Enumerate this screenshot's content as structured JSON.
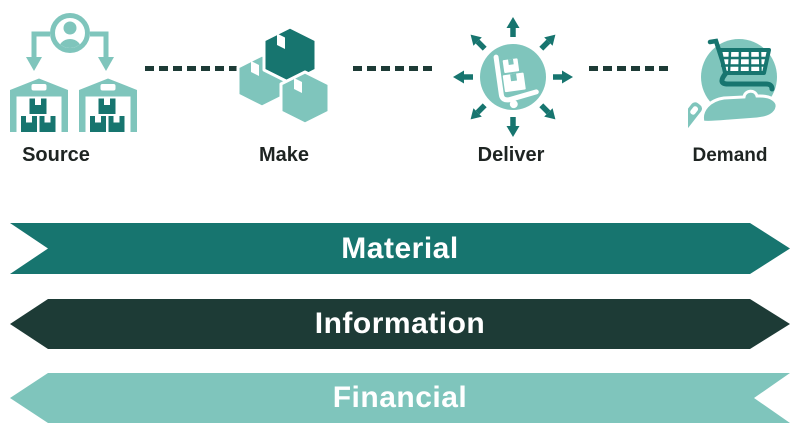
{
  "stages": [
    {
      "label": "Source",
      "icon": "supplier-network-icon"
    },
    {
      "label": "Make",
      "icon": "packages-icon"
    },
    {
      "label": "Deliver",
      "icon": "distribution-cart-icon"
    },
    {
      "label": "Demand",
      "icon": "hand-shopping-cart-icon"
    }
  ],
  "connectors": {
    "style": "dashed",
    "color": "#1D3B36"
  },
  "flows": [
    {
      "label": "Material",
      "direction": "right",
      "color": "#17756F",
      "text_color": "#FFFFFF"
    },
    {
      "label": "Information",
      "direction": "both",
      "color": "#1D3B36",
      "text_color": "#FFFFFF"
    },
    {
      "label": "Financial",
      "direction": "left",
      "color": "#7FC5BC",
      "text_color": "#FFFFFF"
    }
  ],
  "palette": {
    "teal": "#17756F",
    "dark_teal": "#1D3B36",
    "light_teal": "#7FC5BC",
    "label_color": "#1E2422",
    "background": "#FFFFFF"
  }
}
